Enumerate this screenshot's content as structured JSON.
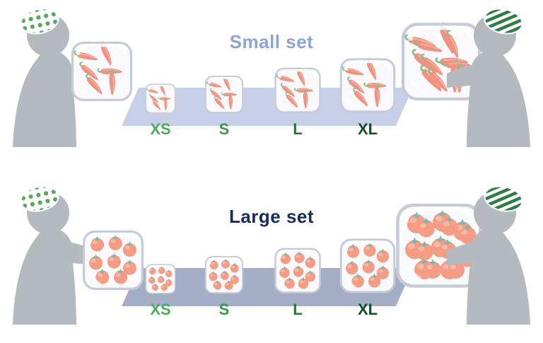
{
  "figure": {
    "panels": [
      {
        "title": "Small set",
        "title_color": "#8ea3d9",
        "item": "chili-pepper",
        "sizes": [
          {
            "label": "XS",
            "color": "#4cae54"
          },
          {
            "label": "S",
            "color": "#389a48"
          },
          {
            "label": "L",
            "color": "#26783a"
          },
          {
            "label": "XL",
            "color": "#124d28"
          }
        ]
      },
      {
        "title": "Large set",
        "title_color": "#1b2a5e",
        "item": "tomato",
        "sizes": [
          {
            "label": "XS",
            "color": "#4cae54"
          },
          {
            "label": "S",
            "color": "#389a48"
          },
          {
            "label": "L",
            "color": "#26783a"
          },
          {
            "label": "XL",
            "color": "#124d28"
          }
        ]
      }
    ],
    "icons": {
      "person_left_brain": "dotted-pattern-brain",
      "person_right_brain": "striped-pattern-brain",
      "small_set_item": "chili-pepper",
      "large_set_item": "tomato",
      "container": "transparent-plastic-box"
    }
  }
}
